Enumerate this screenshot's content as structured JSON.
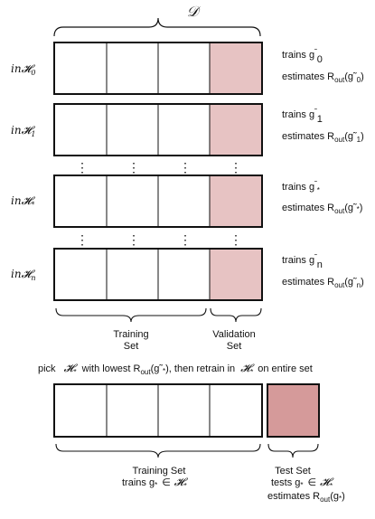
{
  "header": {
    "dataset_symbol": "𝒟"
  },
  "colors": {
    "validation_fill": "#e7c3c3",
    "test_fill": "#d59a9a",
    "stroke": "#111111"
  },
  "rows": [
    {
      "model_text": "in",
      "model_symbol": "𝓗",
      "model_sub": "0",
      "trains_text": "trains g",
      "trains_sup": "˜",
      "trains_sub": "0",
      "est_text": "estimates R",
      "est_sub": "out",
      "est_paren": "(g˜",
      "est_paren_sub": "0",
      "est_close": ")"
    },
    {
      "model_text": "in",
      "model_symbol": "𝓗",
      "model_sub": "1",
      "trains_text": "trains g",
      "trains_sup": "˜",
      "trains_sub": "1",
      "est_text": "estimates R",
      "est_sub": "out",
      "est_paren": "(g˜",
      "est_paren_sub": "1",
      "est_close": ")"
    },
    {
      "model_text": "in",
      "model_symbol": "𝓗",
      "model_sub": "*",
      "trains_text": "trains g",
      "trains_sup": "˜",
      "trains_sub": "*",
      "est_text": "estimates R",
      "est_sub": "out",
      "est_paren": "(g˜",
      "est_paren_sub": "*",
      "est_close": ")"
    },
    {
      "model_text": "in",
      "model_symbol": "𝓗",
      "model_sub": "n",
      "trains_text": "trains g",
      "trains_sup": "˜",
      "trains_sub": "n",
      "est_text": "estimates R",
      "est_sub": "out",
      "est_paren": "(g˜",
      "est_paren_sub": "n",
      "est_close": ")"
    }
  ],
  "ellipsis": "⋮",
  "labels": {
    "training_set_line1": "Training",
    "training_set_line2": "Set",
    "validation_set_line1": "Validation",
    "validation_set_line2": "Set"
  },
  "pick_line": {
    "part1": "pick",
    "h_symbol": "𝓗",
    "h_sub": "*",
    "part2": "with lowest R",
    "part2_sub": "out",
    "part3": "(g˜",
    "part3_sub": "*",
    "part4": "), then retrain in",
    "h2_symbol": "𝓗",
    "h2_sub": "*",
    "part5": "on entire set"
  },
  "bottom": {
    "train_line1": "Training Set",
    "train_line2_a": "trains g",
    "train_line2_sub": "*",
    "train_line2_b": "∈",
    "train_line2_h": "𝓗",
    "train_line2_hsub": "*",
    "test_line1": "Test Set",
    "test_line2_a": "tests g",
    "test_line2_sub": "*",
    "test_line2_b": "∈",
    "test_line2_h": "𝓗",
    "test_line2_hsub": "*",
    "test_line3_a": "estimates R",
    "test_line3_sub": "out",
    "test_line3_b": "(g",
    "test_line3_bsub": "*",
    "test_line3_c": ")"
  }
}
